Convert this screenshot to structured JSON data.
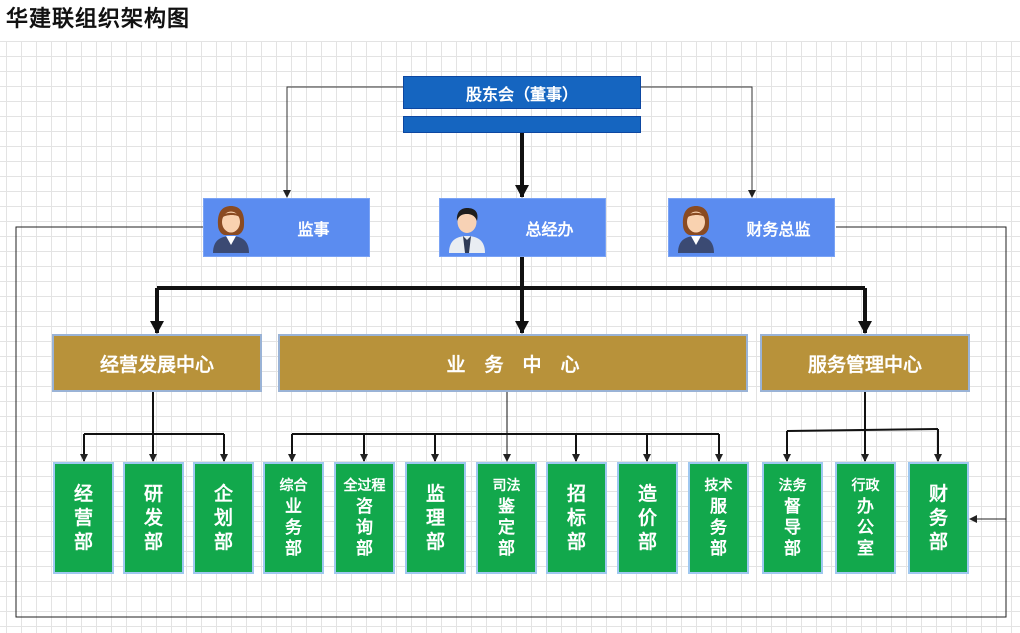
{
  "title": "华建联组织架构图",
  "top": {
    "label": "股东会（董事）"
  },
  "people": {
    "supervisor": "监事",
    "gm": "总经办",
    "cfo": "财务总监"
  },
  "centers": {
    "business_dev": "经营发展中心",
    "operations": "业　务　中　心",
    "service_mgmt": "服务管理中心"
  },
  "departments": [
    {
      "id": "jingying",
      "lines": [
        "经",
        "营",
        "部"
      ]
    },
    {
      "id": "yanfa",
      "lines": [
        "研",
        "发",
        "部"
      ]
    },
    {
      "id": "qihua",
      "lines": [
        "企",
        "划",
        "部"
      ]
    },
    {
      "id": "zonghe",
      "lines": [
        "综合",
        "业",
        "务",
        "部"
      ]
    },
    {
      "id": "quanguocheng",
      "lines": [
        "全过程",
        "咨",
        "询",
        "部"
      ]
    },
    {
      "id": "jianli",
      "lines": [
        "监",
        "理",
        "部"
      ]
    },
    {
      "id": "sifa",
      "lines": [
        "司法",
        "鉴",
        "定",
        "部"
      ]
    },
    {
      "id": "zhaobiao",
      "lines": [
        "招",
        "标",
        "部"
      ]
    },
    {
      "id": "zaojia",
      "lines": [
        "造",
        "价",
        "部"
      ]
    },
    {
      "id": "jishu",
      "lines": [
        "技术",
        "服",
        "务",
        "部"
      ]
    },
    {
      "id": "fawu",
      "lines": [
        "法务",
        "督",
        "导",
        "部"
      ]
    },
    {
      "id": "xingzheng",
      "lines": [
        "行政",
        "办",
        "公",
        "室"
      ]
    },
    {
      "id": "caiwu",
      "lines": [
        "财",
        "务",
        "部"
      ]
    }
  ],
  "colors": {
    "top": "#1565c0",
    "people": "#5b8cf0",
    "centers": "#b8923a",
    "departments": "#12a84c"
  }
}
